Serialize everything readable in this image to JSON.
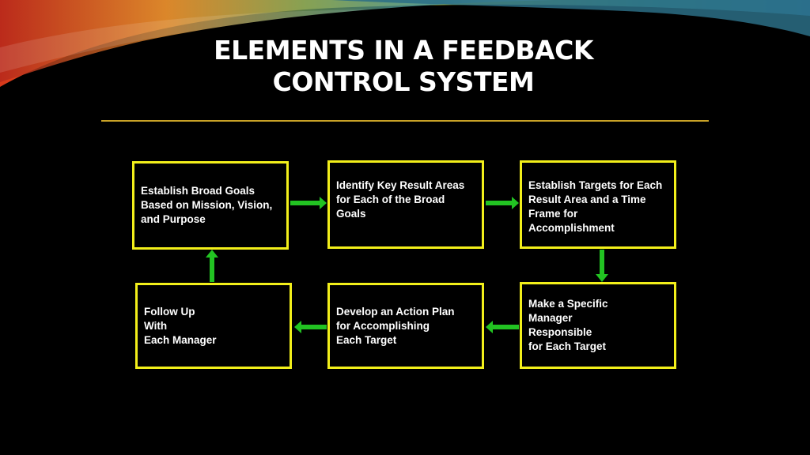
{
  "slide": {
    "title_line1": "ELEMENTS IN A FEEDBACK",
    "title_line2": "CONTROL SYSTEM"
  },
  "colors": {
    "background": "#000000",
    "box_border": "#f2ef1a",
    "arrow": "#22c322",
    "rule": "#c9a227",
    "text": "#ffffff"
  },
  "steps": [
    {
      "text": "Establish Broad Goals\nBased on Mission, Vision,\nand Purpose"
    },
    {
      "text": "Identify Key Result Areas\nfor Each of the Broad\nGoals"
    },
    {
      "text": "Establish Targets for Each\nResult Area and a Time\nFrame for\nAccomplishment"
    },
    {
      "text": "Make a Specific\nManager\nResponsible\nfor Each Target"
    },
    {
      "text": "Develop an Action Plan\nfor Accomplishing\nEach Target"
    },
    {
      "text": "Follow Up\nWith\nEach Manager"
    }
  ]
}
